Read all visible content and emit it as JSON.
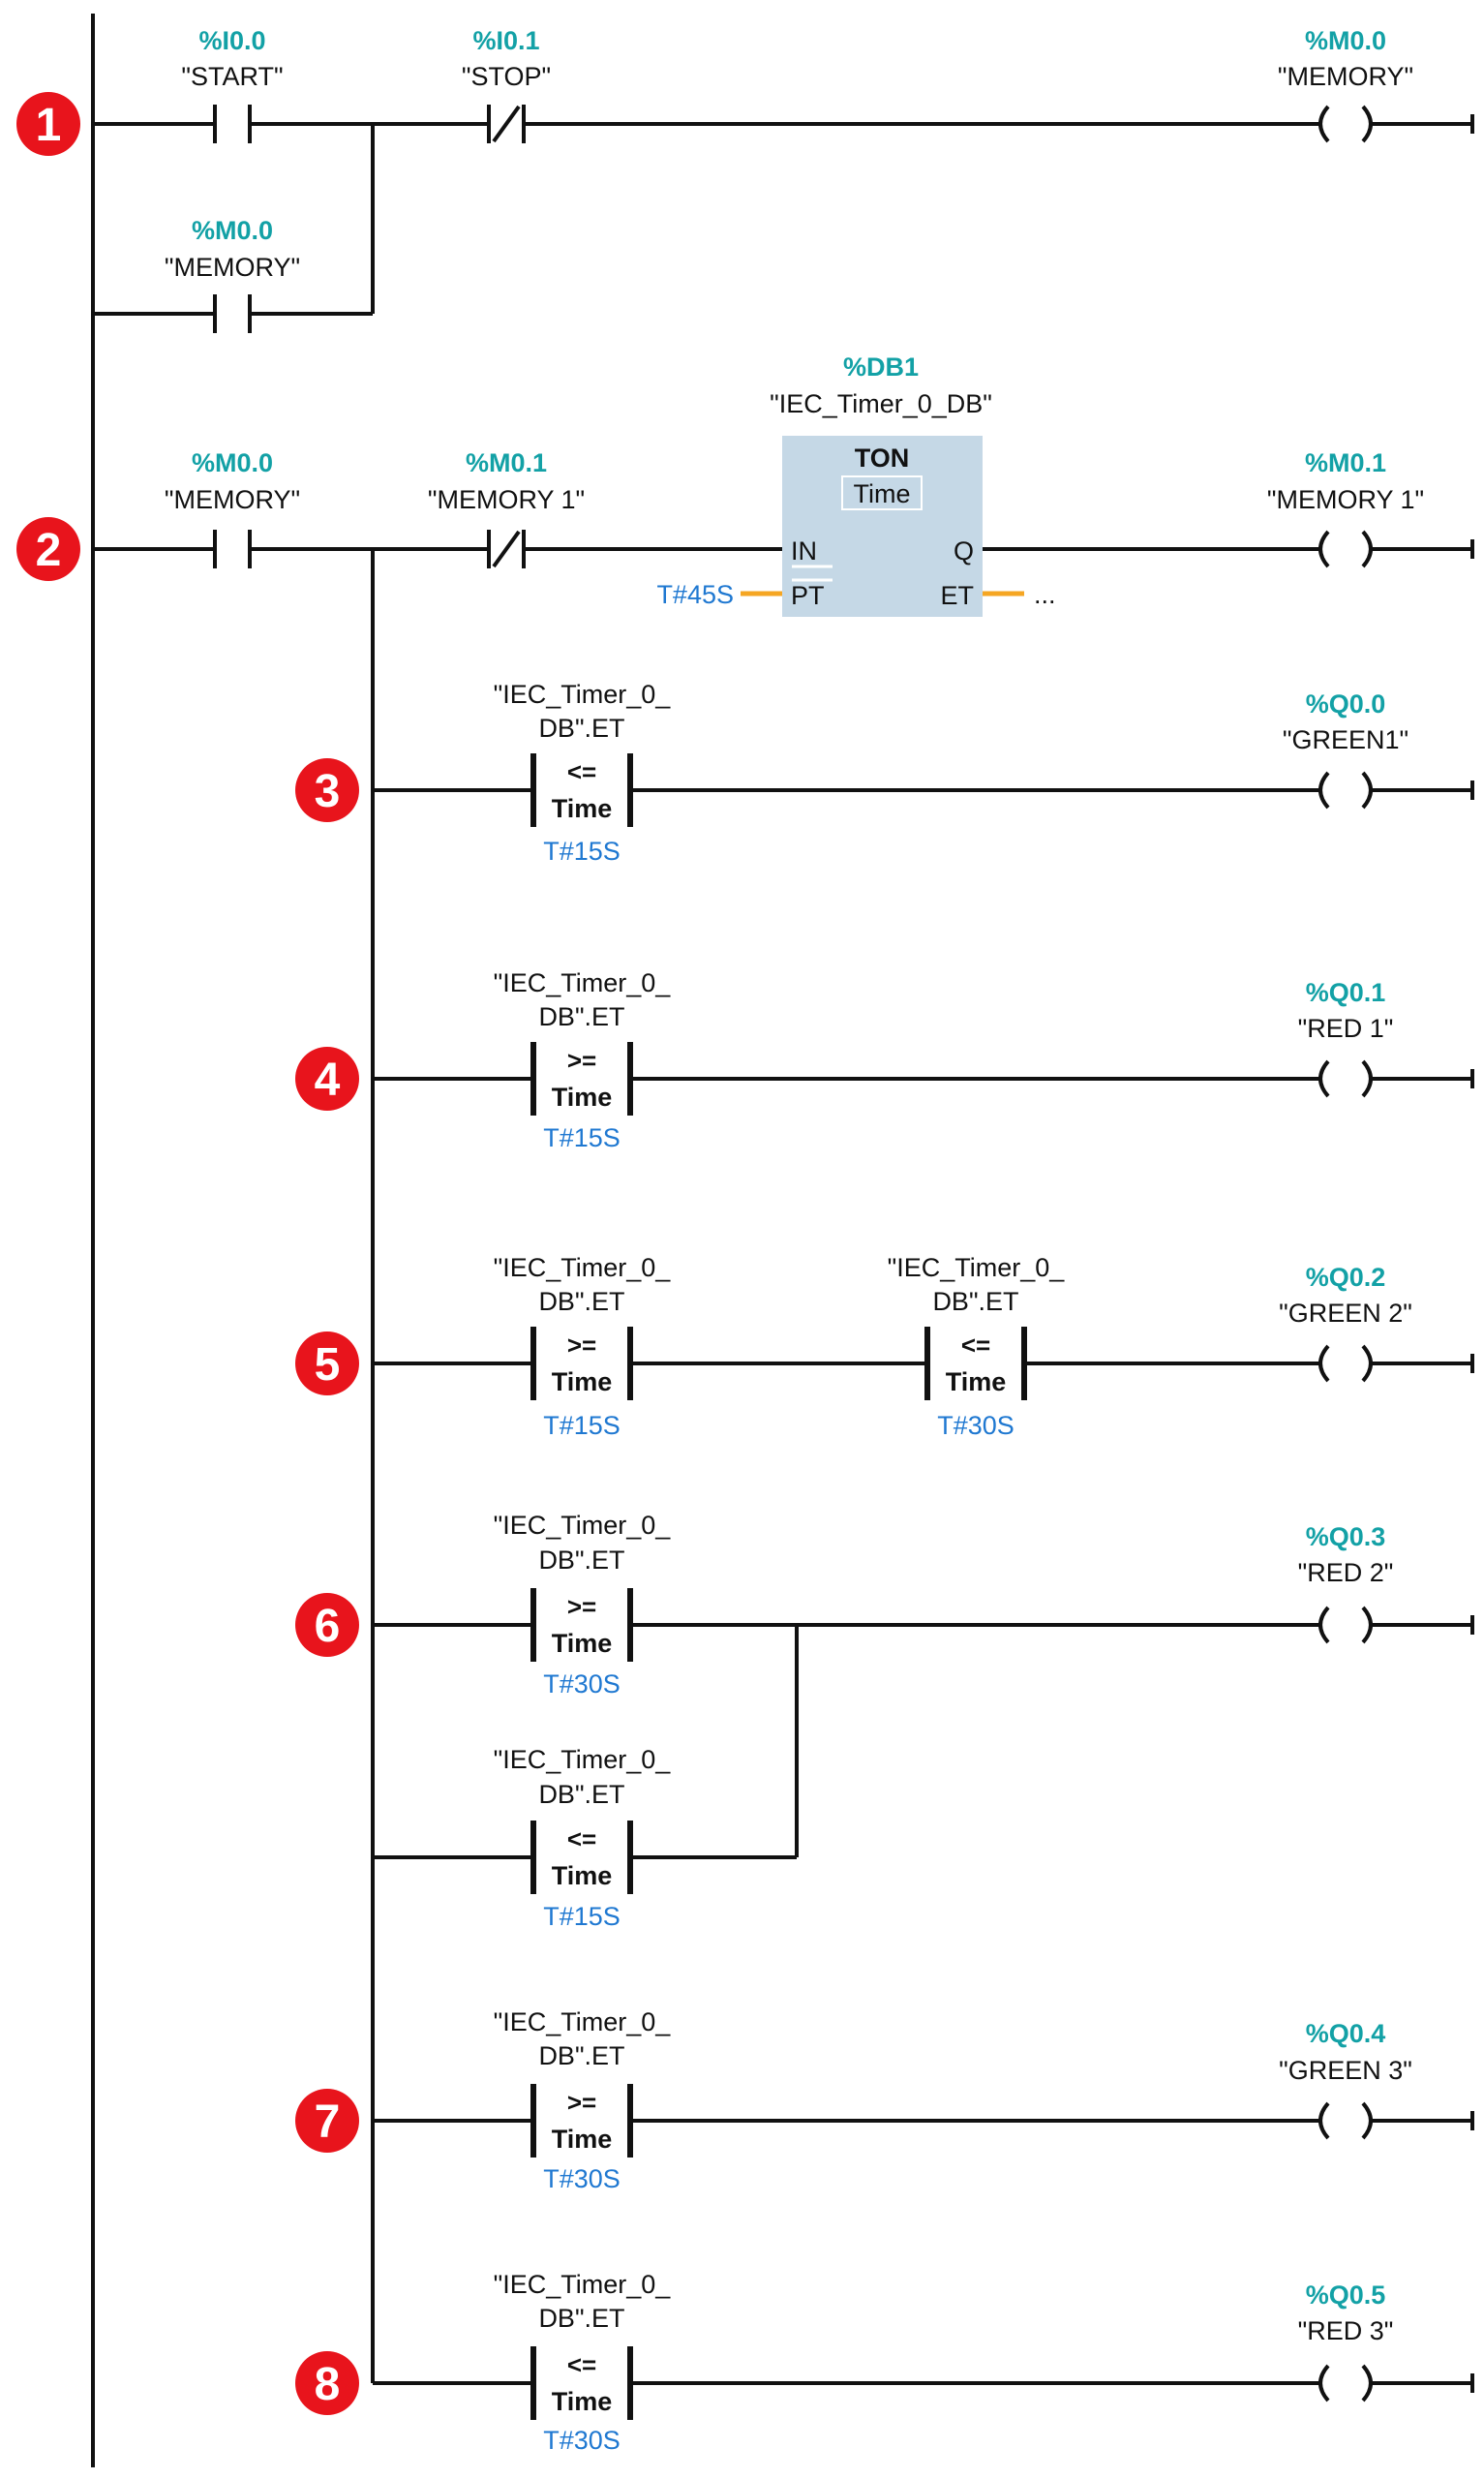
{
  "rungs": {
    "r1": {
      "badge": "1",
      "c_start": {
        "addr": "%I0.0",
        "name": "\"START\""
      },
      "c_stop": {
        "addr": "%I0.1",
        "name": "\"STOP\""
      },
      "c_mem": {
        "addr": "%M0.0",
        "name": "\"MEMORY\""
      },
      "coil": {
        "addr": "%M0.0",
        "name": "\"MEMORY\""
      }
    },
    "r2": {
      "badge": "2",
      "c_mem": {
        "addr": "%M0.0",
        "name": "\"MEMORY\""
      },
      "c_mem1": {
        "addr": "%M0.1",
        "name": "\"MEMORY 1\""
      },
      "timer": {
        "db": "%DB1",
        "db_name": "\"IEC_Timer_0_DB\"",
        "type": "TON",
        "subtype": "Time",
        "pin_in": "IN",
        "pin_pt": "PT",
        "pin_q": "Q",
        "pin_et": "ET",
        "pt_value": "T#45S",
        "et_value": "..."
      },
      "coil": {
        "addr": "%M0.1",
        "name": "\"MEMORY 1\""
      }
    },
    "r3": {
      "badge": "3",
      "cmp": {
        "operand_l1": "\"IEC_Timer_0_",
        "operand_l2": "DB\".ET",
        "op": "<=",
        "type": "Time",
        "value": "T#15S"
      },
      "coil": {
        "addr": "%Q0.0",
        "name": "\"GREEN1\""
      }
    },
    "r4": {
      "badge": "4",
      "cmp": {
        "operand_l1": "\"IEC_Timer_0_",
        "operand_l2": "DB\".ET",
        "op": ">=",
        "type": "Time",
        "value": "T#15S"
      },
      "coil": {
        "addr": "%Q0.1",
        "name": "\"RED 1\""
      }
    },
    "r5": {
      "badge": "5",
      "cmp1": {
        "operand_l1": "\"IEC_Timer_0_",
        "operand_l2": "DB\".ET",
        "op": ">=",
        "type": "Time",
        "value": "T#15S"
      },
      "cmp2": {
        "operand_l1": "\"IEC_Timer_0_",
        "operand_l2": "DB\".ET",
        "op": "<=",
        "type": "Time",
        "value": "T#30S"
      },
      "coil": {
        "addr": "%Q0.2",
        "name": "\"GREEN 2\""
      }
    },
    "r6": {
      "badge": "6",
      "cmp1": {
        "operand_l1": "\"IEC_Timer_0_",
        "operand_l2": "DB\".ET",
        "op": ">=",
        "type": "Time",
        "value": "T#30S"
      },
      "cmp2": {
        "operand_l1": "\"IEC_Timer_0_",
        "operand_l2": "DB\".ET",
        "op": "<=",
        "type": "Time",
        "value": "T#15S"
      },
      "coil": {
        "addr": "%Q0.3",
        "name": "\"RED 2\""
      }
    },
    "r7": {
      "badge": "7",
      "cmp": {
        "operand_l1": "\"IEC_Timer_0_",
        "operand_l2": "DB\".ET",
        "op": ">=",
        "type": "Time",
        "value": "T#30S"
      },
      "coil": {
        "addr": "%Q0.4",
        "name": "\"GREEN 3\""
      }
    },
    "r8": {
      "badge": "8",
      "cmp": {
        "operand_l1": "\"IEC_Timer_0_",
        "operand_l2": "DB\".ET",
        "op": "<=",
        "type": "Time",
        "value": "T#30S"
      },
      "coil": {
        "addr": "%Q0.5",
        "name": "\"RED 3\""
      }
    }
  },
  "colors": {
    "address": "#13a1a6",
    "constant": "#1f78d1",
    "badge": "#e8141c",
    "timer_block": "#c5d8e6",
    "wire": "#111111",
    "pt_et_link": "#f5a623"
  },
  "icons": {
    "badge": "numbered-circle-badge"
  }
}
